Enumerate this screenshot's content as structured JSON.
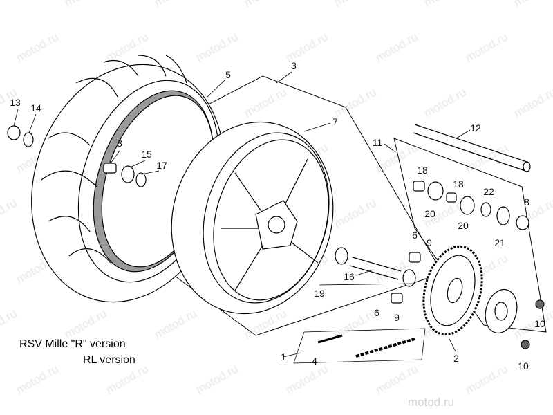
{
  "watermark": "motod.ru",
  "captions": {
    "line1": "RSV Mille \"R\" version",
    "line2": "RL version"
  },
  "callouts": [
    "13",
    "14",
    "5",
    "3",
    "7",
    "8",
    "15",
    "17",
    "12",
    "11",
    "18",
    "18",
    "22",
    "8",
    "20",
    "20",
    "21",
    "6",
    "9",
    "16",
    "19",
    "6",
    "9",
    "10",
    "10",
    "2",
    "1",
    "4"
  ]
}
